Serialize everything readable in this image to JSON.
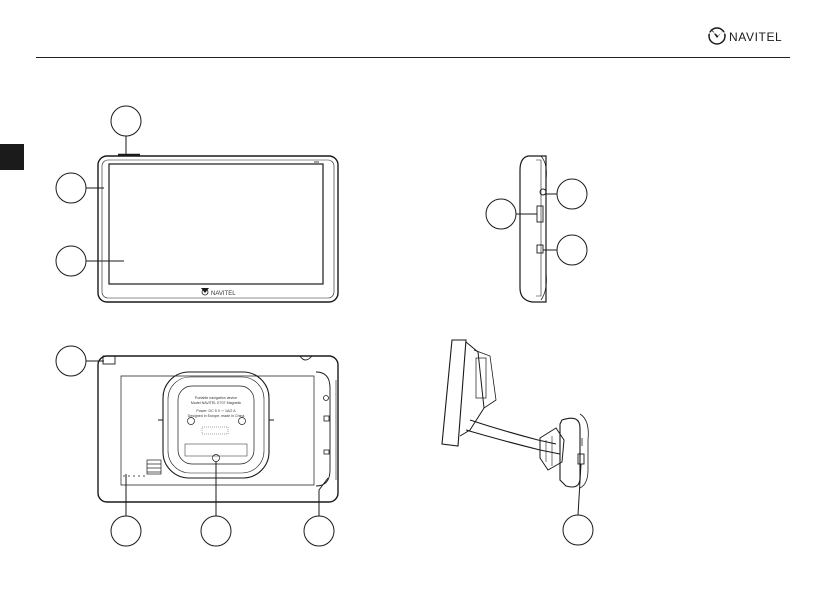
{
  "header": {
    "brand_name": "NAVITEL",
    "logo_icon": "navitel-compass-logo-icon"
  },
  "front_view": {
    "device_brand": "NAVITEL",
    "callouts": 3
  },
  "rear_view": {
    "label_line_1": "Portable navigation device",
    "label_line_2": "Model NAVITEL E707 Magnetic",
    "label_line_3": "Power: DC 5 V ⎓ 1A/2 A",
    "label_line_4": "Designed in Europe, made in China",
    "callouts": 4
  },
  "side_view": {
    "callouts": 3
  },
  "mount_view": {
    "callouts": 1
  },
  "colors": {
    "line": "#1a1a1a",
    "tab": "#1b1b1b",
    "background": "#ffffff"
  }
}
